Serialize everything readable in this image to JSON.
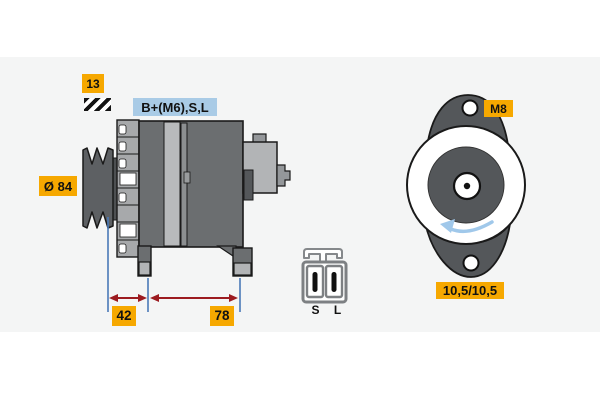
{
  "figure": {
    "description": "Alternator technical line drawing with side view, rear view, dimension callouts and S/L connector pictogram",
    "callouts": {
      "belt_width": "13",
      "terminals": "B+(M6),S,L",
      "pulley_diameter": "Ø 84",
      "dim_pulley_offset": "42",
      "dim_mounting": "78",
      "thread_size": "M8",
      "mounting_hole": "10,5/10,5"
    },
    "connector": {
      "pin_left": "S",
      "pin_right": "L"
    },
    "colors": {
      "highlight_yellow": "#F6A800",
      "highlight_blue": "#A9CBE6",
      "dimension_line_blue": "#4A7AB8",
      "dimension_arrow_red": "#9C1B20",
      "rotation_arrow_blue": "#A0C8EA",
      "body_dark_gray": "#6B6E70",
      "body_light_gray": "#B2B4B6",
      "pulley_gray": "#5D6063",
      "rear_dark_gray": "#54575A",
      "outline": "#1A1A1A"
    }
  }
}
